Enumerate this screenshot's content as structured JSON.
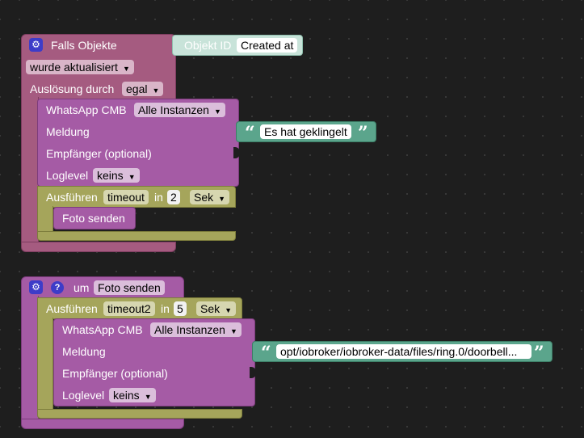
{
  "block1": {
    "title": "Falls Objekte",
    "object_id_label": "Objekt ID",
    "object_id_value": "Created at",
    "trigger_dropdown": "wurde aktualisiert",
    "ausloesung_label": "Auslösung durch",
    "ausloesung_value": "egal",
    "whatsapp": {
      "label": "WhatsApp CMB",
      "instance": "Alle Instanzen",
      "meldung_label": "Meldung",
      "meldung_value": "Es hat geklingelt",
      "empfaenger_label": "Empfänger (optional)",
      "loglevel_label": "Loglevel",
      "loglevel_value": "keins"
    },
    "timeout": {
      "ausfuehren_label": "Ausführen",
      "var": "timeout",
      "in_label": "in",
      "value": "2",
      "unit": "Sek"
    },
    "call": "Foto senden"
  },
  "block2": {
    "um_label": "um",
    "name": "Foto senden",
    "timeout": {
      "ausfuehren_label": "Ausführen",
      "var": "timeout2",
      "in_label": "in",
      "value": "5",
      "unit": "Sek"
    },
    "whatsapp": {
      "label": "WhatsApp CMB",
      "instance": "Alle Instanzen",
      "meldung_label": "Meldung",
      "meldung_value": "opt/iobroker/iobroker-data/files/ring.0/doorbell...",
      "empfaenger_label": "Empfänger (optional)",
      "loglevel_label": "Loglevel",
      "loglevel_value": "keins"
    }
  },
  "icons": {
    "gear": "⚙",
    "question": "?",
    "dropdown_arrow": "▼",
    "quote_open": "“",
    "quote_close": "”"
  },
  "colors": {
    "event": "#a55b80",
    "whatsapp": "#a55ba5",
    "timeout": "#a5a55b",
    "text": "#5ba58c",
    "icon_bg": "#3d3cc8"
  }
}
